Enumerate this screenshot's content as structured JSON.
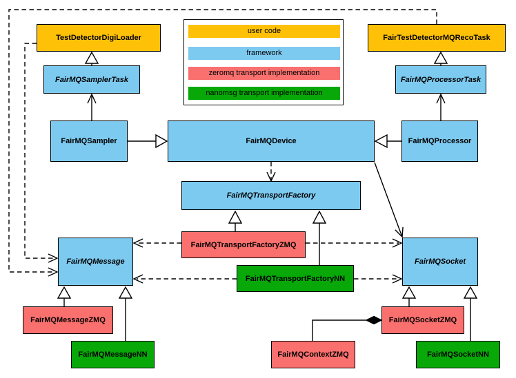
{
  "colors": {
    "user_code": "#FFC107",
    "framework": "#7DCAF0",
    "zeromq": "#F9706E",
    "nanomsg": "#07A807",
    "line": "#000000"
  },
  "legend": {
    "items": [
      {
        "label": "user code",
        "color_key": "user_code"
      },
      {
        "label": "framework",
        "color_key": "framework"
      },
      {
        "label": "zeromq transport implementation",
        "color_key": "zeromq"
      },
      {
        "label": "nanomsg transport implementation",
        "color_key": "nanomsg"
      }
    ]
  },
  "nodes": [
    {
      "id": "test-detector-digi-loader",
      "label": "TestDetectorDigiLoader",
      "type": "user_code",
      "abstract": false
    },
    {
      "id": "fair-test-detector-mq-reco-task",
      "label": "FairTestDetectorMQRecoTask",
      "type": "user_code",
      "abstract": false
    },
    {
      "id": "fairmq-sampler-task",
      "label": "FairMQSamplerTask",
      "type": "framework",
      "abstract": true
    },
    {
      "id": "fairmq-processor-task",
      "label": "FairMQProcessorTask",
      "type": "framework",
      "abstract": true
    },
    {
      "id": "fairmq-sampler",
      "label": "FairMQSampler",
      "type": "framework",
      "abstract": false
    },
    {
      "id": "fairmq-device",
      "label": "FairMQDevice",
      "type": "framework",
      "abstract": false
    },
    {
      "id": "fairmq-processor",
      "label": "FairMQProcessor",
      "type": "framework",
      "abstract": false
    },
    {
      "id": "fairmq-transport-factory",
      "label": "FairMQTransportFactory",
      "type": "framework",
      "abstract": true
    },
    {
      "id": "fairmq-transport-factory-zmq",
      "label": "FairMQTransportFactoryZMQ",
      "type": "zeromq",
      "abstract": false
    },
    {
      "id": "fairmq-transport-factory-nn",
      "label": "FairMQTransportFactoryNN",
      "type": "nanomsg",
      "abstract": false
    },
    {
      "id": "fairmq-message",
      "label": "FairMQMessage",
      "type": "framework",
      "abstract": true
    },
    {
      "id": "fairmq-socket",
      "label": "FairMQSocket",
      "type": "framework",
      "abstract": true
    },
    {
      "id": "fairmq-message-zmq",
      "label": "FairMQMessageZMQ",
      "type": "zeromq",
      "abstract": false
    },
    {
      "id": "fairmq-message-nn",
      "label": "FairMQMessageNN",
      "type": "nanomsg",
      "abstract": false
    },
    {
      "id": "fairmq-socket-zmq",
      "label": "FairMQSocketZMQ",
      "type": "zeromq",
      "abstract": false
    },
    {
      "id": "fairmq-context-zmq",
      "label": "FairMQContextZMQ",
      "type": "zeromq",
      "abstract": false
    },
    {
      "id": "fairmq-socket-nn",
      "label": "FairMQSocketNN",
      "type": "nanomsg",
      "abstract": false
    }
  ],
  "edges": [
    {
      "from": "FairMQSamplerTask",
      "to": "TestDetectorDigiLoader",
      "kind": "inheritance"
    },
    {
      "from": "FairMQProcessorTask",
      "to": "FairTestDetectorMQRecoTask",
      "kind": "inheritance"
    },
    {
      "from": "FairMQSampler",
      "to": "FairMQDevice",
      "kind": "inheritance"
    },
    {
      "from": "FairMQProcessor",
      "to": "FairMQDevice",
      "kind": "inheritance"
    },
    {
      "from": "FairMQSampler",
      "to": "FairMQSamplerTask",
      "kind": "association"
    },
    {
      "from": "FairMQProcessor",
      "to": "FairMQProcessorTask",
      "kind": "association"
    },
    {
      "from": "FairMQDevice",
      "to": "FairMQTransportFactory",
      "kind": "dependency"
    },
    {
      "from": "FairMQDevice",
      "to": "FairMQSocket",
      "kind": "association"
    },
    {
      "from": "FairMQTransportFactoryZMQ",
      "to": "FairMQTransportFactory",
      "kind": "inheritance"
    },
    {
      "from": "FairMQTransportFactoryNN",
      "to": "FairMQTransportFactory",
      "kind": "inheritance"
    },
    {
      "from": "FairMQTransportFactoryZMQ",
      "to": "FairMQMessage",
      "kind": "dependency"
    },
    {
      "from": "FairMQTransportFactoryZMQ",
      "to": "FairMQSocket",
      "kind": "dependency"
    },
    {
      "from": "FairMQTransportFactoryNN",
      "to": "FairMQMessage",
      "kind": "dependency"
    },
    {
      "from": "FairMQTransportFactoryNN",
      "to": "FairMQSocket",
      "kind": "dependency"
    },
    {
      "from": "FairMQMessageZMQ",
      "to": "FairMQMessage",
      "kind": "inheritance"
    },
    {
      "from": "FairMQMessageNN",
      "to": "FairMQMessage",
      "kind": "inheritance"
    },
    {
      "from": "FairMQSocketZMQ",
      "to": "FairMQSocket",
      "kind": "inheritance"
    },
    {
      "from": "FairMQSocketNN",
      "to": "FairMQSocket",
      "kind": "inheritance"
    },
    {
      "from": "TestDetectorDigiLoader",
      "to": "FairMQMessage",
      "kind": "dependency"
    },
    {
      "from": "FairTestDetectorMQRecoTask",
      "to": "FairMQMessage",
      "kind": "dependency"
    },
    {
      "from": "FairMQContextZMQ",
      "to": "FairMQSocketZMQ",
      "kind": "composition"
    }
  ]
}
